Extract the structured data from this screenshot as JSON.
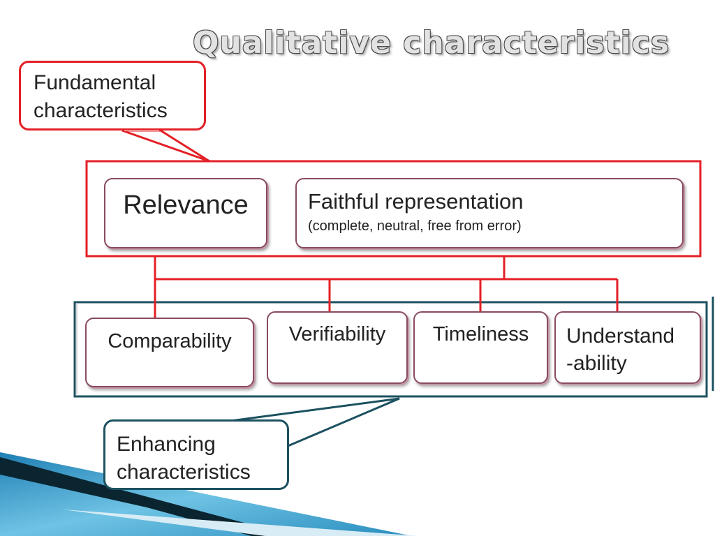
{
  "slide": {
    "title": "Qualitative characteristics",
    "callouts": {
      "fundamental": [
        "Fundamental",
        "characteristics"
      ],
      "enhancing": [
        "Enhancing",
        "characteristics"
      ]
    },
    "fundamental_nodes": {
      "relevance": "Relevance",
      "faithful": {
        "label": "Faithful representation",
        "detail": "(complete, neutral, free from error)"
      }
    },
    "enhancing_nodes": {
      "comparability": "Comparability",
      "verifiability": "Verifiability",
      "timeliness": "Timeliness",
      "understandability": [
        "Understand",
        "-ability"
      ]
    }
  },
  "colors": {
    "fundamental": "#e41f26",
    "enhancing": "#1c5160",
    "node_border": "#8a4b5e",
    "ribbon": "#2d8fc0"
  }
}
